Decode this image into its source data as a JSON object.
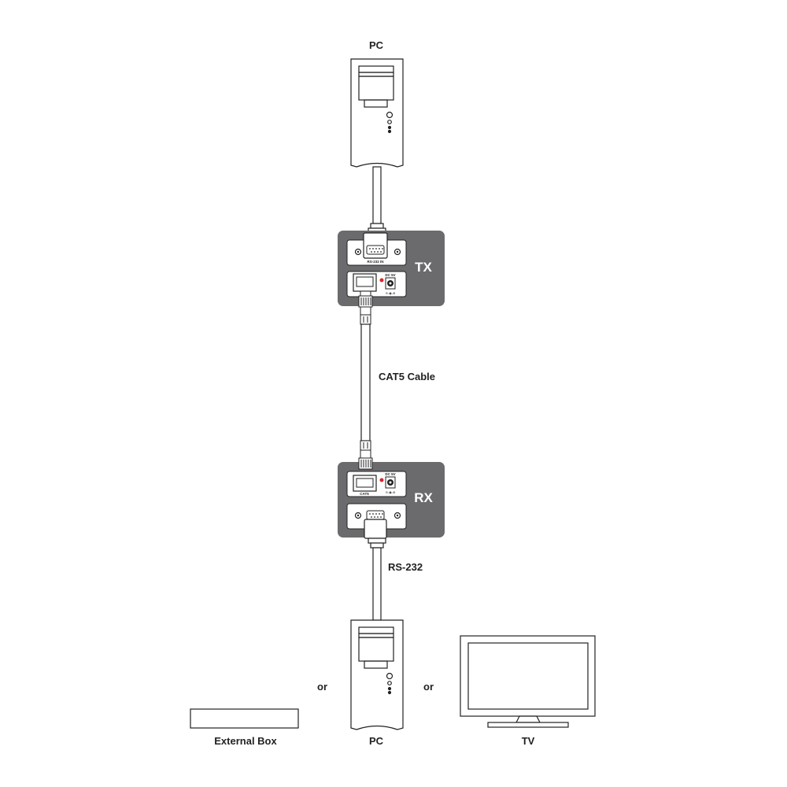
{
  "labels": {
    "pc_top": "PC",
    "tx": "TX",
    "rx": "RX",
    "rs232_in": "RS-232 IN",
    "dc_5v_tx": "DC 5V",
    "dc_5v_rx": "DC 5V",
    "cat5_port": "CAT5",
    "cat5_cable": "CAT5 Cable",
    "rs232": "RS-232",
    "or_left": "or",
    "or_right": "or",
    "external_box": "External Box",
    "pc_bottom": "PC",
    "tv": "TV"
  },
  "colors": {
    "unit_body": "#6b6b6e",
    "line": "#222222",
    "led": "#d9262b",
    "background": "#ffffff"
  }
}
